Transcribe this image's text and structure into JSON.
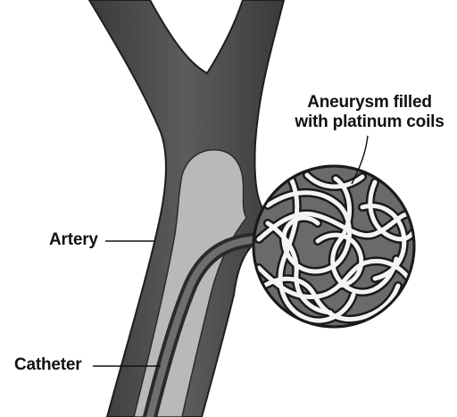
{
  "labels": {
    "aneurysm_line1": "Aneurysm filled",
    "aneurysm_line2": "with platinum coils",
    "artery": "Artery",
    "catheter": "Catheter"
  },
  "colors": {
    "artery_wall": "#4d4d4d",
    "artery_wall_dark": "#2e2e2e",
    "artery_lumen": "#b9b9b9",
    "catheter": "#3d3d3d",
    "coil_outline": "#1a1a1a",
    "coil_fill": "#f4f4f4",
    "aneurysm_bg": "#6a6a6a",
    "leader_line": "#111111"
  },
  "icons": {
    "coil": "platinum-coil-icon"
  }
}
